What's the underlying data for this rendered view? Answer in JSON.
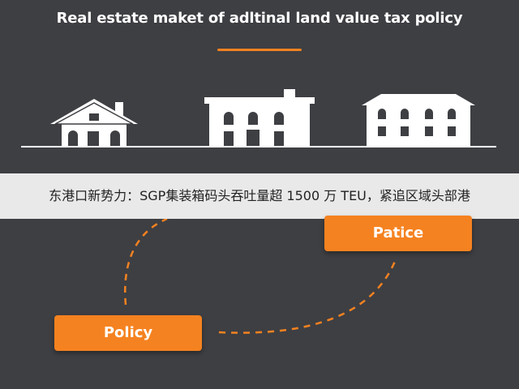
{
  "diagram": {
    "title": "Real estate maket of adltinal land value tax policy",
    "banner_text": "东港口新势力：SGP集装箱码头吞吐量超 1500 万 TEU，紧追区域头部港",
    "nodes": [
      {
        "id": "patice",
        "label": "Patice"
      },
      {
        "id": "policy",
        "label": "Policy"
      }
    ],
    "colors": {
      "background": "#3e3f43",
      "accent": "#f58220",
      "house": "#ffffff",
      "house_windows": "#3e3f43",
      "banner_bg": "#e9e9e9"
    },
    "icons": [
      "small-house-icon",
      "medium-house-icon",
      "large-house-icon"
    ]
  }
}
